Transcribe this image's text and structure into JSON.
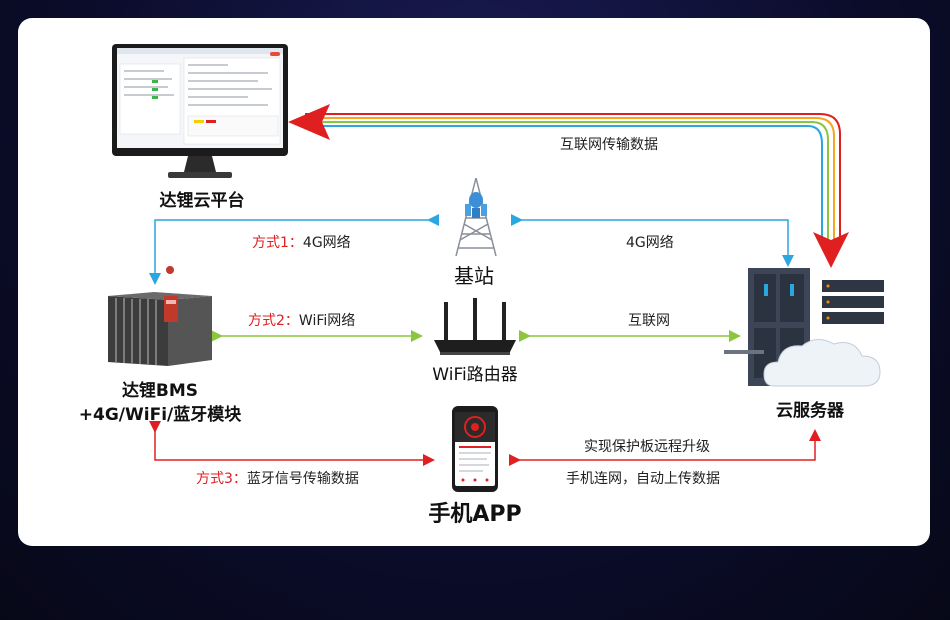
{
  "nodes": {
    "platform": "达锂云平台",
    "base_station": "基站",
    "bms_line1": "达锂BMS",
    "bms_line2": "+4G/WiFi/蓝牙模块",
    "router": "WiFi路由器",
    "cloud_server": "云服务器",
    "phone_app": "手机APP"
  },
  "edges": {
    "internet_data": "互联网传输数据",
    "method1_prefix": "方式1：",
    "method1_text": "4G网络",
    "station_cloud": "4G网络",
    "method2_prefix": "方式2：",
    "method2_text": "WiFi网络",
    "router_cloud": "互联网",
    "method3_prefix": "方式3：",
    "method3_text": "蓝牙信号传输数据",
    "remote_upgrade": "实现保护板远程升级",
    "phone_upload": "手机连网，自动上传数据"
  },
  "colors": {
    "card_bg": "#ffffff",
    "page_bg": "#0b0c2a",
    "red": "#e02020",
    "blue": "#2aa6e0",
    "green": "#8cc63f",
    "orange": "#f5a623"
  }
}
